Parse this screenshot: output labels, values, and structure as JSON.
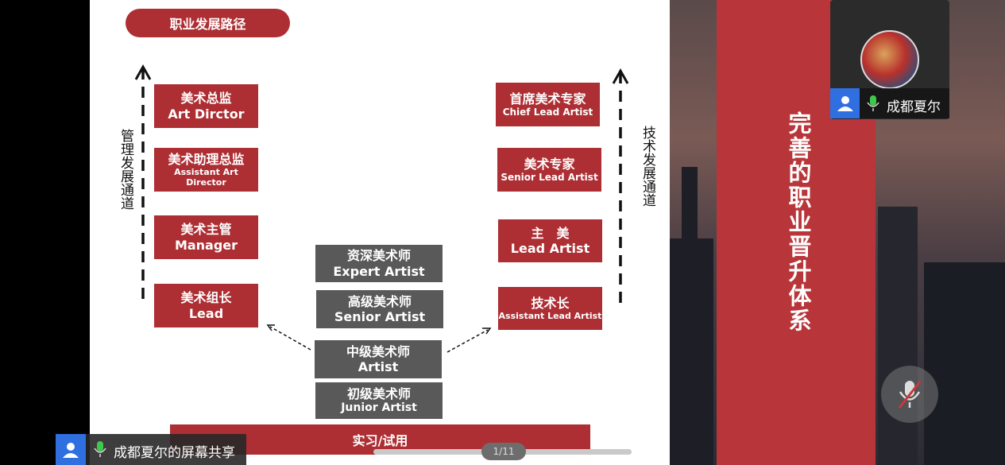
{
  "slide": {
    "title": "职业发展路径",
    "left_axis_label": "管理发展通道",
    "right_axis_label": "技术发展通道",
    "management_track": [
      {
        "cn": "美术总监",
        "en": "Art  Dirctor"
      },
      {
        "cn": "美术助理总监",
        "en": "Assistant Art Director"
      },
      {
        "cn": "美术主管",
        "en": "Manager"
      },
      {
        "cn": "美术组长",
        "en": "Lead"
      }
    ],
    "technical_track": [
      {
        "cn": "首席美术专家",
        "en": "Chief Lead Artist"
      },
      {
        "cn": "美术专家",
        "en": "Senior Lead Artist"
      },
      {
        "cn": "主　美",
        "en": "Lead Artist"
      },
      {
        "cn": "技术长",
        "en": "Assistant Lead Artist"
      }
    ],
    "artist_levels": [
      {
        "cn": "资深美术师",
        "en": "Expert Artist"
      },
      {
        "cn": "高级美术师",
        "en": "Senior Artist"
      },
      {
        "cn": "中级美术师",
        "en": "Artist"
      },
      {
        "cn": "初级美术师",
        "en": "Junior Artist"
      }
    ],
    "base_level": "实习/试用",
    "page_indicator": "1/11",
    "side_title": "完善的职业晋升体系"
  },
  "video_tile": {
    "participant_name": "成都夏尔"
  },
  "share_bar": {
    "label": "成都夏尔的屏幕共享"
  },
  "colors": {
    "accent_red": "#ad2e33",
    "level_gray": "#595959",
    "user_blue": "#2f6fe0",
    "mic_green": "#3ec94a"
  },
  "icons": [
    "up-arrow-icon",
    "person-icon",
    "microphone-icon",
    "microphone-muted-icon"
  ]
}
